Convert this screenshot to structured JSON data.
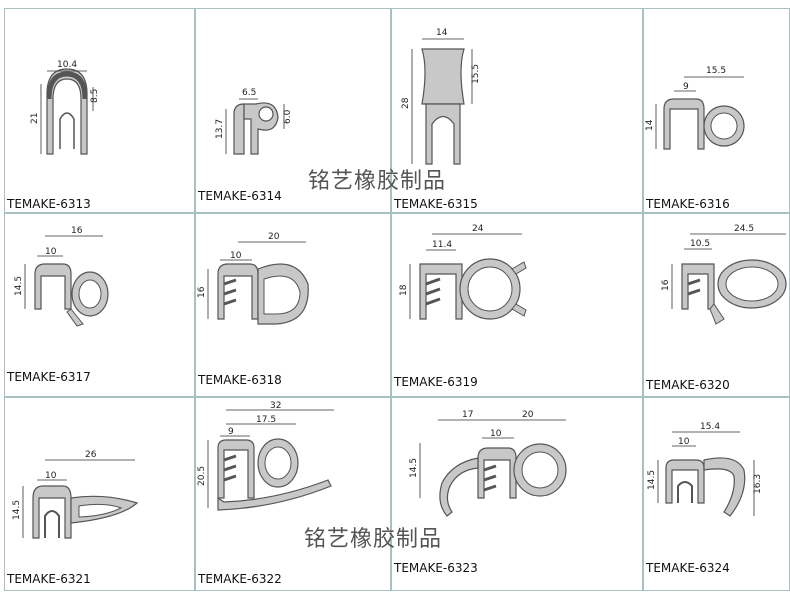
{
  "watermark": "铭艺橡胶制品",
  "products": [
    {
      "code": "TEMAKE-6313",
      "dims": [
        "10.4",
        "8.5",
        "21"
      ]
    },
    {
      "code": "TEMAKE-6314",
      "dims": [
        "6.5",
        "13.7",
        "6.0"
      ]
    },
    {
      "code": "TEMAKE-6315",
      "dims": [
        "14",
        "28",
        "15.5"
      ]
    },
    {
      "code": "TEMAKE-6316",
      "dims": [
        "15.5",
        "9",
        "14"
      ]
    },
    {
      "code": "TEMAKE-6317",
      "dims": [
        "16",
        "10",
        "14.5"
      ]
    },
    {
      "code": "TEMAKE-6318",
      "dims": [
        "20",
        "10",
        "16"
      ]
    },
    {
      "code": "TEMAKE-6319",
      "dims": [
        "24",
        "11.4",
        "18"
      ]
    },
    {
      "code": "TEMAKE-6320",
      "dims": [
        "24.5",
        "10.5",
        "16"
      ]
    },
    {
      "code": "TEMAKE-6321",
      "dims": [
        "26",
        "10",
        "14.5"
      ]
    },
    {
      "code": "TEMAKE-6322",
      "dims": [
        "32",
        "17.5",
        "9",
        "20.5"
      ]
    },
    {
      "code": "TEMAKE-6323",
      "dims": [
        "17",
        "20",
        "10",
        "14.5"
      ]
    },
    {
      "code": "TEMAKE-6324",
      "dims": [
        "15.4",
        "10",
        "14.5",
        "16.3"
      ]
    }
  ],
  "colors": {
    "profile_fill": "#c8c8c8",
    "profile_stroke": "#555555",
    "grid_line": "#a9c0c0"
  }
}
